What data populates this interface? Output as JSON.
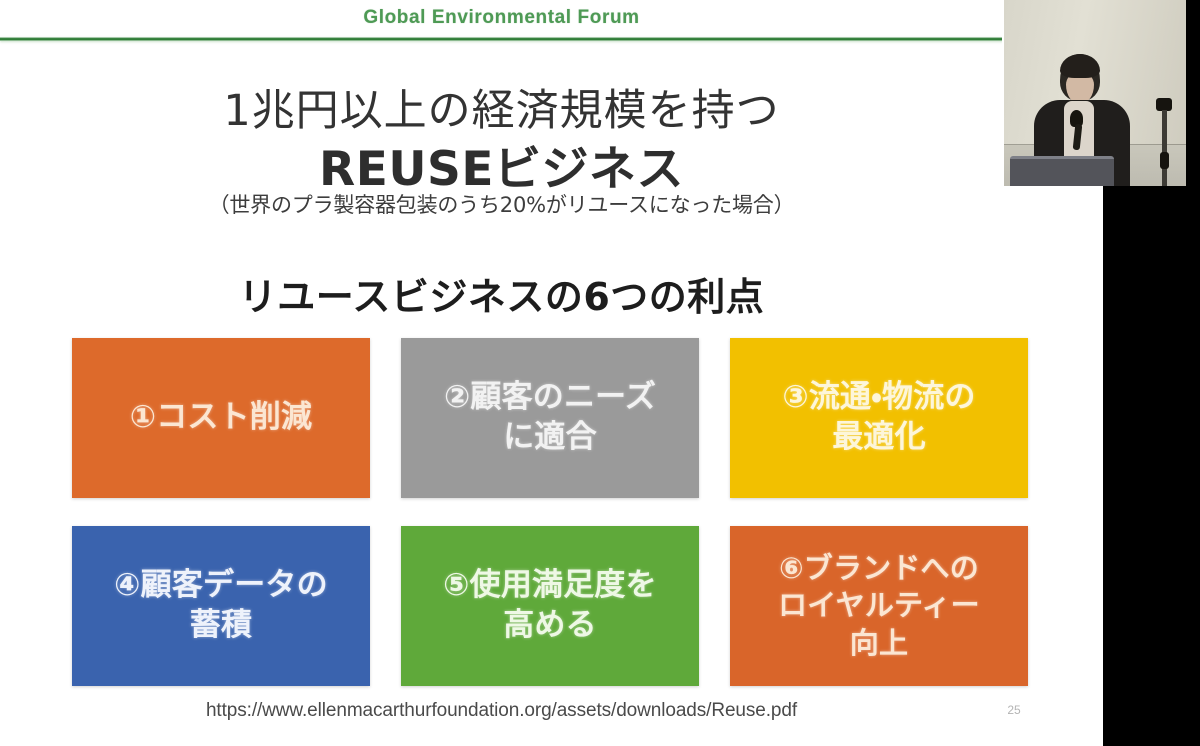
{
  "header": {
    "forum_title": "Global Environmental Forum",
    "rule_color": "#2f7d37",
    "title_color": "#4e9a55"
  },
  "slide": {
    "title_line1": "1兆円以上の経済規模を持つ",
    "title_line2": "REUSEビジネス",
    "title_note": "（世界のプラ製容器包装のうち20%がリユースになった場合）",
    "section_heading": "リユースビジネスの6つの利点",
    "source_url": "https://www.ellenmacarthurfoundation.org/assets/downloads/Reuse.pdf",
    "page_number": "25"
  },
  "benefits": [
    {
      "id": 1,
      "label": "①コスト削減",
      "color": "#dd6a2b",
      "text_color": "#fbe6d2"
    },
    {
      "id": 2,
      "label": "②顧客のニーズ\nに適合",
      "color": "#9a9a9a",
      "text_color": "#f2f2f2"
    },
    {
      "id": 3,
      "label": "③流通・物流の\n最適化",
      "color": "#f2c000",
      "text_color": "#fdf6da"
    },
    {
      "id": 4,
      "label": "④顧客データの\n蓄積",
      "color": "#3a63ae",
      "text_color": "#eef2fb"
    },
    {
      "id": 5,
      "label": "⑤使用満足度を\n高める",
      "color": "#5fa93a",
      "text_color": "#eef8e5"
    },
    {
      "id": 6,
      "label": "⑥ブランドへの\nロイヤルティー\n向上",
      "color": "#d9652a",
      "text_color": "#fbe6d2"
    }
  ],
  "webcam": {
    "label": "presenter-video-feed",
    "scene": "speaker-at-podium-with-microphone"
  }
}
